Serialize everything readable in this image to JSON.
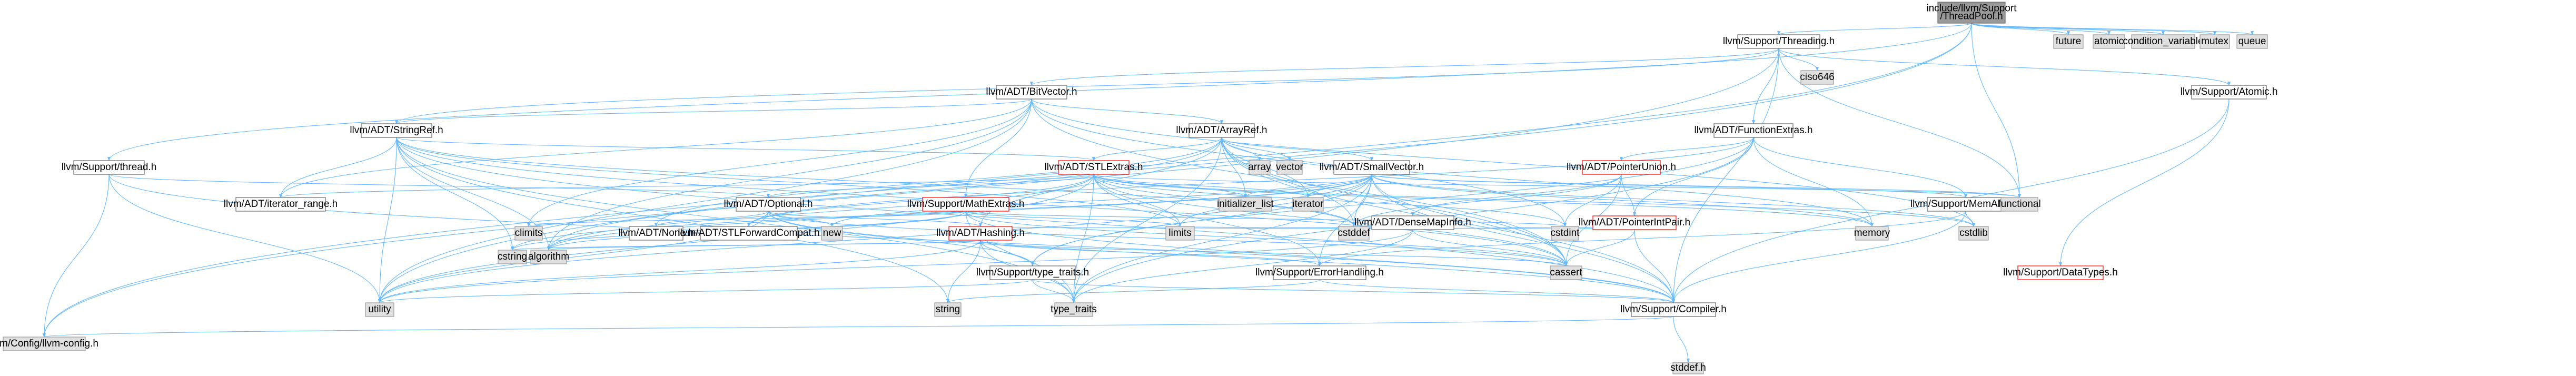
{
  "colors": {
    "root_fill": "#999999",
    "node_fill": "#ffffff",
    "node_stroke": "#666666",
    "system_fill": "#e0e0e0",
    "system_stroke": "#999999",
    "truncated_stroke": "#ff0000",
    "edge": "#63b8ff",
    "background": "#ffffff"
  },
  "nodes": [
    {
      "id": "root",
      "kind": "root",
      "lines": [
        "include/llvm/Support",
        "/ThreadPool.h"
      ]
    },
    {
      "id": "future",
      "kind": "system",
      "lines": [
        "future"
      ]
    },
    {
      "id": "atomic",
      "kind": "system",
      "lines": [
        "atomic"
      ]
    },
    {
      "id": "condvar",
      "kind": "system",
      "lines": [
        "condition_variable"
      ]
    },
    {
      "id": "mutex",
      "kind": "system",
      "lines": [
        "mutex"
      ]
    },
    {
      "id": "queue",
      "kind": "system",
      "lines": [
        "queue"
      ]
    },
    {
      "id": "threading",
      "kind": "normal",
      "lines": [
        "llvm/Support/Threading.h"
      ]
    },
    {
      "id": "ciso646",
      "kind": "system",
      "lines": [
        "ciso646"
      ]
    },
    {
      "id": "bitvector",
      "kind": "normal",
      "lines": [
        "llvm/ADT/BitVector.h"
      ]
    },
    {
      "id": "satomic",
      "kind": "normal",
      "lines": [
        "llvm/Support/Atomic.h"
      ]
    },
    {
      "id": "stringref",
      "kind": "normal",
      "lines": [
        "llvm/ADT/StringRef.h"
      ]
    },
    {
      "id": "arrayref",
      "kind": "normal",
      "lines": [
        "llvm/ADT/ArrayRef.h"
      ]
    },
    {
      "id": "funcextras",
      "kind": "normal",
      "lines": [
        "llvm/ADT/FunctionExtras.h"
      ]
    },
    {
      "id": "sthread",
      "kind": "normal",
      "lines": [
        "llvm/Support/thread.h"
      ]
    },
    {
      "id": "stlextras",
      "kind": "truncated",
      "lines": [
        "llvm/ADT/STLExtras.h"
      ]
    },
    {
      "id": "array",
      "kind": "system",
      "lines": [
        "array"
      ]
    },
    {
      "id": "vector",
      "kind": "system",
      "lines": [
        "vector"
      ]
    },
    {
      "id": "smallvector",
      "kind": "normal",
      "lines": [
        "llvm/ADT/SmallVector.h"
      ]
    },
    {
      "id": "pointerunion",
      "kind": "truncated",
      "lines": [
        "llvm/ADT/PointerUnion.h"
      ]
    },
    {
      "id": "iterrange",
      "kind": "normal",
      "lines": [
        "llvm/ADT/iterator_range.h"
      ]
    },
    {
      "id": "optional",
      "kind": "normal",
      "lines": [
        "llvm/ADT/Optional.h"
      ]
    },
    {
      "id": "mathextras",
      "kind": "truncated",
      "lines": [
        "llvm/Support/MathExtras.h"
      ]
    },
    {
      "id": "initlist",
      "kind": "system",
      "lines": [
        "initializer_list"
      ]
    },
    {
      "id": "iterator",
      "kind": "system",
      "lines": [
        "iterator"
      ]
    },
    {
      "id": "densemapinfo",
      "kind": "normal",
      "lines": [
        "llvm/ADT/DenseMapInfo.h"
      ]
    },
    {
      "id": "pointerintpair",
      "kind": "truncated",
      "lines": [
        "llvm/ADT/PointerIntPair.h"
      ]
    },
    {
      "id": "memalloc",
      "kind": "normal",
      "lines": [
        "llvm/Support/MemAlloc.h"
      ]
    },
    {
      "id": "functional",
      "kind": "system",
      "lines": [
        "functional"
      ]
    },
    {
      "id": "climits",
      "kind": "system",
      "lines": [
        "climits"
      ]
    },
    {
      "id": "none",
      "kind": "normal",
      "lines": [
        "llvm/ADT/None.h"
      ]
    },
    {
      "id": "stlforward",
      "kind": "normal",
      "lines": [
        "llvm/ADT/STLForwardCompat.h"
      ]
    },
    {
      "id": "new",
      "kind": "system",
      "lines": [
        "new"
      ]
    },
    {
      "id": "hashing",
      "kind": "truncated",
      "lines": [
        "llvm/ADT/Hashing.h"
      ]
    },
    {
      "id": "limits",
      "kind": "system",
      "lines": [
        "limits"
      ]
    },
    {
      "id": "cstddef",
      "kind": "system",
      "lines": [
        "cstddef"
      ]
    },
    {
      "id": "cstdint",
      "kind": "system",
      "lines": [
        "cstdint"
      ]
    },
    {
      "id": "memory",
      "kind": "system",
      "lines": [
        "memory"
      ]
    },
    {
      "id": "cstdlib",
      "kind": "system",
      "lines": [
        "cstdlib"
      ]
    },
    {
      "id": "cstring",
      "kind": "system",
      "lines": [
        "cstring"
      ]
    },
    {
      "id": "algorithm",
      "kind": "system",
      "lines": [
        "algorithm"
      ]
    },
    {
      "id": "typetraitsh",
      "kind": "normal",
      "lines": [
        "llvm/Support/type_traits.h"
      ]
    },
    {
      "id": "errorhandling",
      "kind": "normal",
      "lines": [
        "llvm/Support/ErrorHandling.h"
      ]
    },
    {
      "id": "cassert",
      "kind": "system",
      "lines": [
        "cassert"
      ]
    },
    {
      "id": "datatypes",
      "kind": "truncated",
      "lines": [
        "llvm/Support/DataTypes.h"
      ]
    },
    {
      "id": "utility",
      "kind": "system",
      "lines": [
        "utility"
      ]
    },
    {
      "id": "string",
      "kind": "system",
      "lines": [
        "string"
      ]
    },
    {
      "id": "type_traits",
      "kind": "system",
      "lines": [
        "type_traits"
      ]
    },
    {
      "id": "compiler",
      "kind": "normal",
      "lines": [
        "llvm/Support/Compiler.h"
      ]
    },
    {
      "id": "llvmconfig",
      "kind": "system",
      "lines": [
        "llvm/Config/llvm-config.h"
      ]
    },
    {
      "id": "stddef",
      "kind": "system",
      "lines": [
        "stddef.h"
      ]
    }
  ],
  "edges": [
    [
      "root",
      "future"
    ],
    [
      "root",
      "atomic"
    ],
    [
      "root",
      "condvar"
    ],
    [
      "root",
      "mutex"
    ],
    [
      "root",
      "queue"
    ],
    [
      "root",
      "threading"
    ],
    [
      "root",
      "sthread"
    ],
    [
      "root",
      "functional"
    ],
    [
      "root",
      "llvmconfig"
    ],
    [
      "root",
      "utility"
    ],
    [
      "threading",
      "ciso646"
    ],
    [
      "threading",
      "bitvector"
    ],
    [
      "threading",
      "satomic"
    ],
    [
      "threading",
      "funcextras"
    ],
    [
      "threading",
      "stringref"
    ],
    [
      "threading",
      "compiler"
    ],
    [
      "threading",
      "llvmconfig"
    ],
    [
      "threading",
      "functional"
    ],
    [
      "bitvector",
      "arrayref"
    ],
    [
      "bitvector",
      "stringref"
    ],
    [
      "bitvector",
      "iterrange"
    ],
    [
      "bitvector",
      "mathextras"
    ],
    [
      "bitvector",
      "algorithm"
    ],
    [
      "bitvector",
      "cassert"
    ],
    [
      "bitvector",
      "climits"
    ],
    [
      "bitvector",
      "cstdint"
    ],
    [
      "bitvector",
      "cstdlib"
    ],
    [
      "bitvector",
      "utility"
    ],
    [
      "satomic",
      "compiler"
    ],
    [
      "satomic",
      "datatypes"
    ],
    [
      "stringref",
      "stlextras"
    ],
    [
      "stringref",
      "iterrange"
    ],
    [
      "stringref",
      "compiler"
    ],
    [
      "stringref",
      "algorithm"
    ],
    [
      "stringref",
      "cassert"
    ],
    [
      "stringref",
      "cstddef"
    ],
    [
      "stringref",
      "cstring"
    ],
    [
      "stringref",
      "limits"
    ],
    [
      "stringref",
      "string"
    ],
    [
      "stringref",
      "type_traits"
    ],
    [
      "stringref",
      "utility"
    ],
    [
      "arrayref",
      "hashing"
    ],
    [
      "arrayref",
      "none"
    ],
    [
      "arrayref",
      "smallvector"
    ],
    [
      "arrayref",
      "stlextras"
    ],
    [
      "arrayref",
      "compiler"
    ],
    [
      "arrayref",
      "algorithm"
    ],
    [
      "arrayref",
      "array"
    ],
    [
      "arrayref",
      "cassert"
    ],
    [
      "arrayref",
      "cstddef"
    ],
    [
      "arrayref",
      "initlist"
    ],
    [
      "arrayref",
      "iterator"
    ],
    [
      "arrayref",
      "memory"
    ],
    [
      "arrayref",
      "type_traits"
    ],
    [
      "arrayref",
      "vector"
    ],
    [
      "funcextras",
      "pointerintpair"
    ],
    [
      "funcextras",
      "pointerunion"
    ],
    [
      "funcextras",
      "stlforward"
    ],
    [
      "funcextras",
      "memalloc"
    ],
    [
      "funcextras",
      "typetraitsh"
    ],
    [
      "funcextras",
      "memory"
    ],
    [
      "funcextras",
      "type_traits"
    ],
    [
      "sthread",
      "compiler"
    ],
    [
      "sthread",
      "optional"
    ],
    [
      "sthread",
      "llvmconfig"
    ],
    [
      "sthread",
      "utility"
    ],
    [
      "stlextras",
      "optional"
    ],
    [
      "stlextras",
      "stlforward"
    ],
    [
      "stlextras",
      "iterrange"
    ],
    [
      "stlextras",
      "errorhandling"
    ],
    [
      "stlextras",
      "algorithm"
    ],
    [
      "stlextras",
      "cassert"
    ],
    [
      "stlextras",
      "cstddef"
    ],
    [
      "stlextras",
      "cstdint"
    ],
    [
      "stlextras",
      "cstdlib"
    ],
    [
      "stlextras",
      "functional"
    ],
    [
      "stlextras",
      "initlist"
    ],
    [
      "stlextras",
      "iterator"
    ],
    [
      "stlextras",
      "limits"
    ],
    [
      "stlextras",
      "memory"
    ],
    [
      "stlextras",
      "tuple_traits"
    ],
    [
      "stlextras",
      "type_traits"
    ],
    [
      "stlextras",
      "utility"
    ],
    [
      "smallvector",
      "compiler"
    ],
    [
      "smallvector",
      "errorhandling"
    ],
    [
      "smallvector",
      "memalloc"
    ],
    [
      "smallvector",
      "typetraitsh"
    ],
    [
      "smallvector",
      "algorithm"
    ],
    [
      "smallvector",
      "cassert"
    ],
    [
      "smallvector",
      "cstddef"
    ],
    [
      "smallvector",
      "cstdlib"
    ],
    [
      "smallvector",
      "cstring"
    ],
    [
      "smallvector",
      "functional"
    ],
    [
      "smallvector",
      "initlist"
    ],
    [
      "smallvector",
      "iterator"
    ],
    [
      "smallvector",
      "limits"
    ],
    [
      "smallvector",
      "memory"
    ],
    [
      "smallvector",
      "new"
    ],
    [
      "smallvector",
      "type_traits"
    ],
    [
      "smallvector",
      "utility"
    ],
    [
      "pointerunion",
      "densemapinfo"
    ],
    [
      "pointerunion",
      "pointerintpair"
    ],
    [
      "pointerunion",
      "cassert"
    ],
    [
      "pointerunion",
      "cstddef"
    ],
    [
      "pointerunion",
      "cstdint"
    ],
    [
      "optional",
      "hashing"
    ],
    [
      "optional",
      "none"
    ],
    [
      "optional",
      "stlforward"
    ],
    [
      "optional",
      "compiler"
    ],
    [
      "optional",
      "typetraitsh"
    ],
    [
      "optional",
      "cassert"
    ],
    [
      "optional",
      "new"
    ],
    [
      "optional",
      "utility"
    ],
    [
      "mathextras",
      "compiler"
    ],
    [
      "mathextras",
      "algorithm"
    ],
    [
      "mathextras",
      "cassert"
    ],
    [
      "mathextras",
      "climits"
    ],
    [
      "mathextras",
      "cstdint"
    ],
    [
      "mathextras",
      "cstring"
    ],
    [
      "mathextras",
      "limits"
    ],
    [
      "mathextras",
      "type_traits"
    ],
    [
      "densemapinfo",
      "hashing"
    ],
    [
      "densemapinfo",
      "cassert"
    ],
    [
      "densemapinfo",
      "cstddef"
    ],
    [
      "densemapinfo",
      "cstdint"
    ],
    [
      "densemapinfo",
      "tuple"
    ],
    [
      "densemapinfo",
      "type_traits"
    ],
    [
      "densemapinfo",
      "utility"
    ],
    [
      "pointerintpair",
      "compiler"
    ],
    [
      "pointerintpair",
      "cassert"
    ],
    [
      "pointerintpair",
      "cstdint"
    ],
    [
      "pointerintpair",
      "limits"
    ],
    [
      "memalloc",
      "compiler"
    ],
    [
      "memalloc",
      "errorhandling"
    ],
    [
      "memalloc",
      "cstdlib"
    ],
    [
      "hashing",
      "errorhandling"
    ],
    [
      "hashing",
      "typetraitsh"
    ],
    [
      "hashing",
      "algorithm"
    ],
    [
      "hashing",
      "cassert"
    ],
    [
      "hashing",
      "cstring"
    ],
    [
      "hashing",
      "string"
    ],
    [
      "hashing",
      "type_traits"
    ],
    [
      "hashing",
      "utility"
    ],
    [
      "typetraitsh",
      "compiler"
    ],
    [
      "typetraitsh",
      "type_traits"
    ],
    [
      "typetraitsh",
      "utility"
    ],
    [
      "errorhandling",
      "compiler"
    ],
    [
      "errorhandling",
      "string"
    ],
    [
      "compiler",
      "llvmconfig"
    ],
    [
      "compiler",
      "stddef"
    ]
  ]
}
